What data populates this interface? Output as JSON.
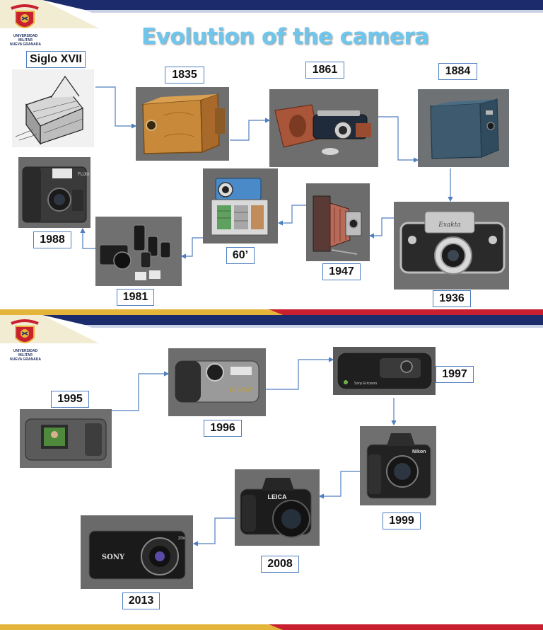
{
  "slide1": {
    "title": "Evolution of the camera",
    "university": {
      "line1": "UNIVERSIDAD MILITAR",
      "line2": "NUEVA GRANADA"
    },
    "entries": [
      {
        "label": "Siglo XVII",
        "photo": "camera-obscura"
      },
      {
        "label": "1835",
        "photo": "wooden-box-camera"
      },
      {
        "label": "1861",
        "photo": "leather-case-rangefinder"
      },
      {
        "label": "1884",
        "photo": "box-camera"
      },
      {
        "label": "1936",
        "photo": "exakta-slr"
      },
      {
        "label": "1947",
        "photo": "folding-camera"
      },
      {
        "label": "60’",
        "photo": "early-digital-prototype"
      },
      {
        "label": "1981",
        "photo": "camera-with-lenses"
      },
      {
        "label": "1988",
        "photo": "fuji-digital-camera"
      }
    ]
  },
  "slide2": {
    "university": {
      "line1": "UNIVERSIDAD MILITAR",
      "line2": "NUEVA GRANADA"
    },
    "entries": [
      {
        "label": "1995",
        "photo": "casio-lcd-camera"
      },
      {
        "label": "1996",
        "photo": "kodak-digital-camera"
      },
      {
        "label": "1997",
        "photo": "sony-ericsson-phone"
      },
      {
        "label": "1999",
        "photo": "nikon-dslr"
      },
      {
        "label": "2008",
        "photo": "leica-dslr"
      },
      {
        "label": "2013",
        "photo": "sony-compact"
      }
    ]
  },
  "colors": {
    "navy": "#1b2b6b",
    "gold": "#e5b43a",
    "red": "#c8202f",
    "title": "#6ec6ec",
    "arrow": "#4f7fbf"
  }
}
